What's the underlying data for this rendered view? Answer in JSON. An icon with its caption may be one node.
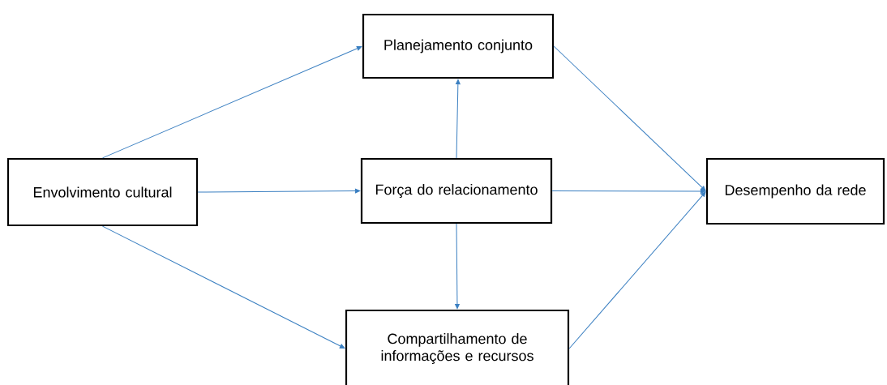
{
  "diagram": {
    "nodes": [
      {
        "text": [
          "Envolvimento cultural"
        ]
      },
      {
        "text": [
          "Planejamento conjunto"
        ]
      },
      {
        "text": [
          "Força do relacionamento"
        ]
      },
      {
        "text": [
          "Compartilhamento de informações e recursos"
        ]
      },
      {
        "text": [
          "Desempenho da rede"
        ]
      }
    ],
    "edges": [
      {
        "from": 0,
        "to": 1,
        "arrow": "to"
      },
      {
        "from": 0,
        "to": 2,
        "arrow": "to"
      },
      {
        "from": 0,
        "to": 3,
        "arrow": "to"
      },
      {
        "from": 2,
        "to": 1,
        "arrow": "to"
      },
      {
        "from": 2,
        "to": 3,
        "arrow": "to"
      },
      {
        "from": 1,
        "to": 4,
        "arrow": "to"
      },
      {
        "from": 2,
        "to": 4,
        "arrow": "to"
      },
      {
        "from": 3,
        "to": 4,
        "arrow": "to"
      }
    ]
  }
}
